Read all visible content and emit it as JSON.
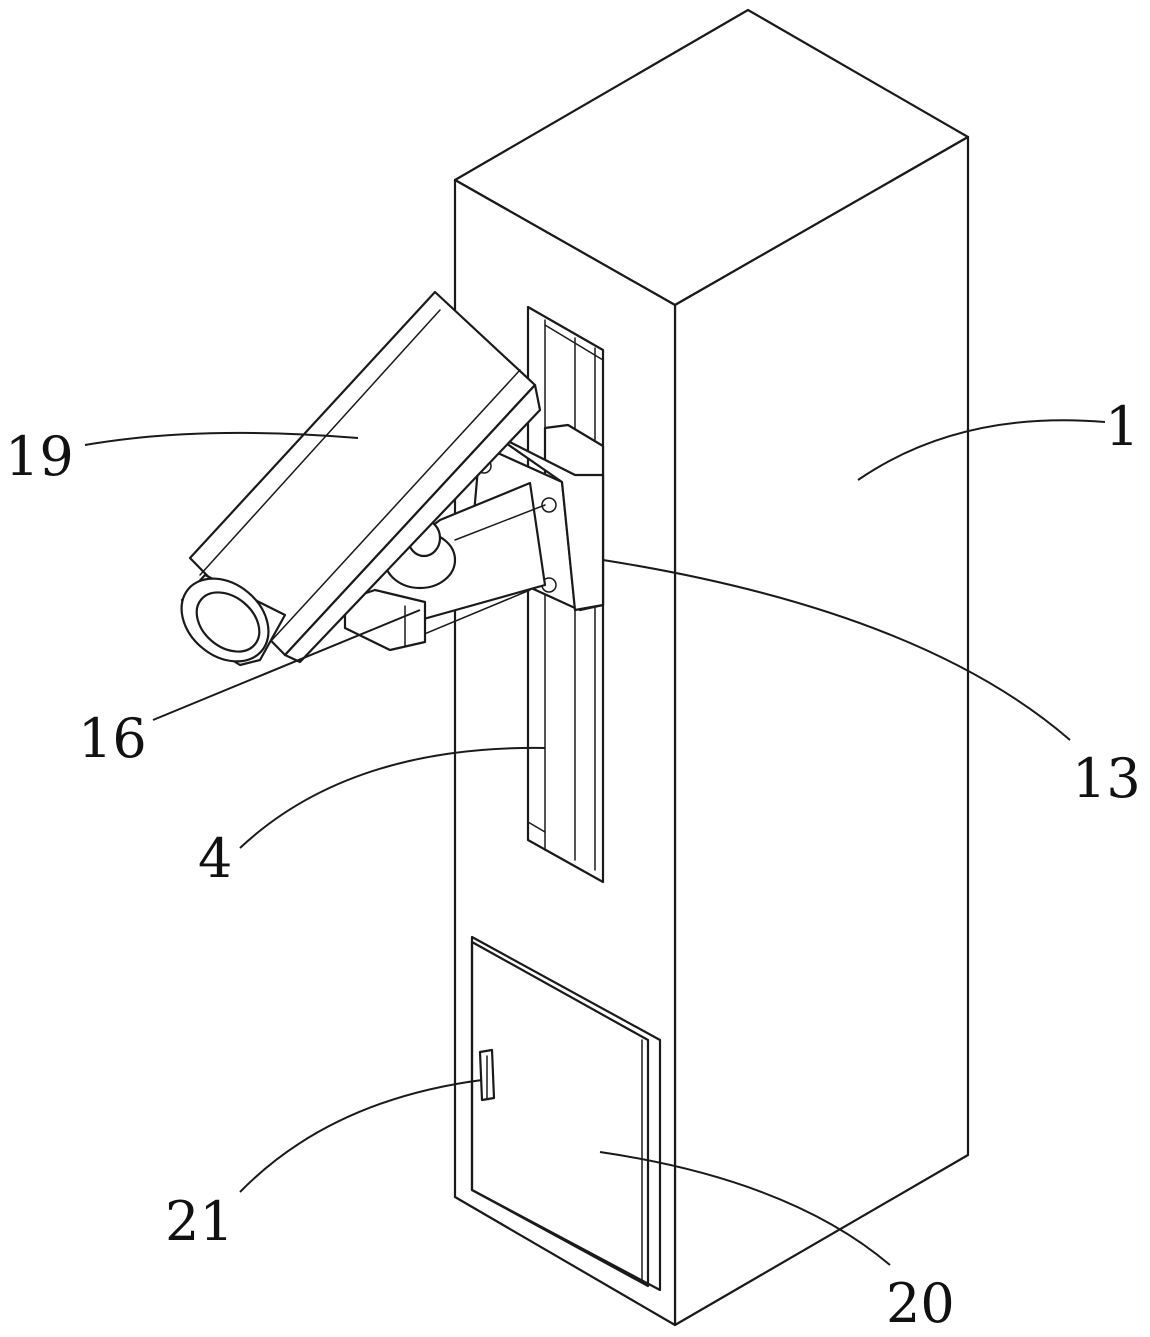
{
  "labels": {
    "camera": "19",
    "cabinet": "1",
    "slide_block": "13",
    "mount_base": "16",
    "guide_rail": "4",
    "handle": "21",
    "door": "20"
  },
  "colors": {
    "line": "#1a1a1a",
    "background": "#ffffff"
  }
}
